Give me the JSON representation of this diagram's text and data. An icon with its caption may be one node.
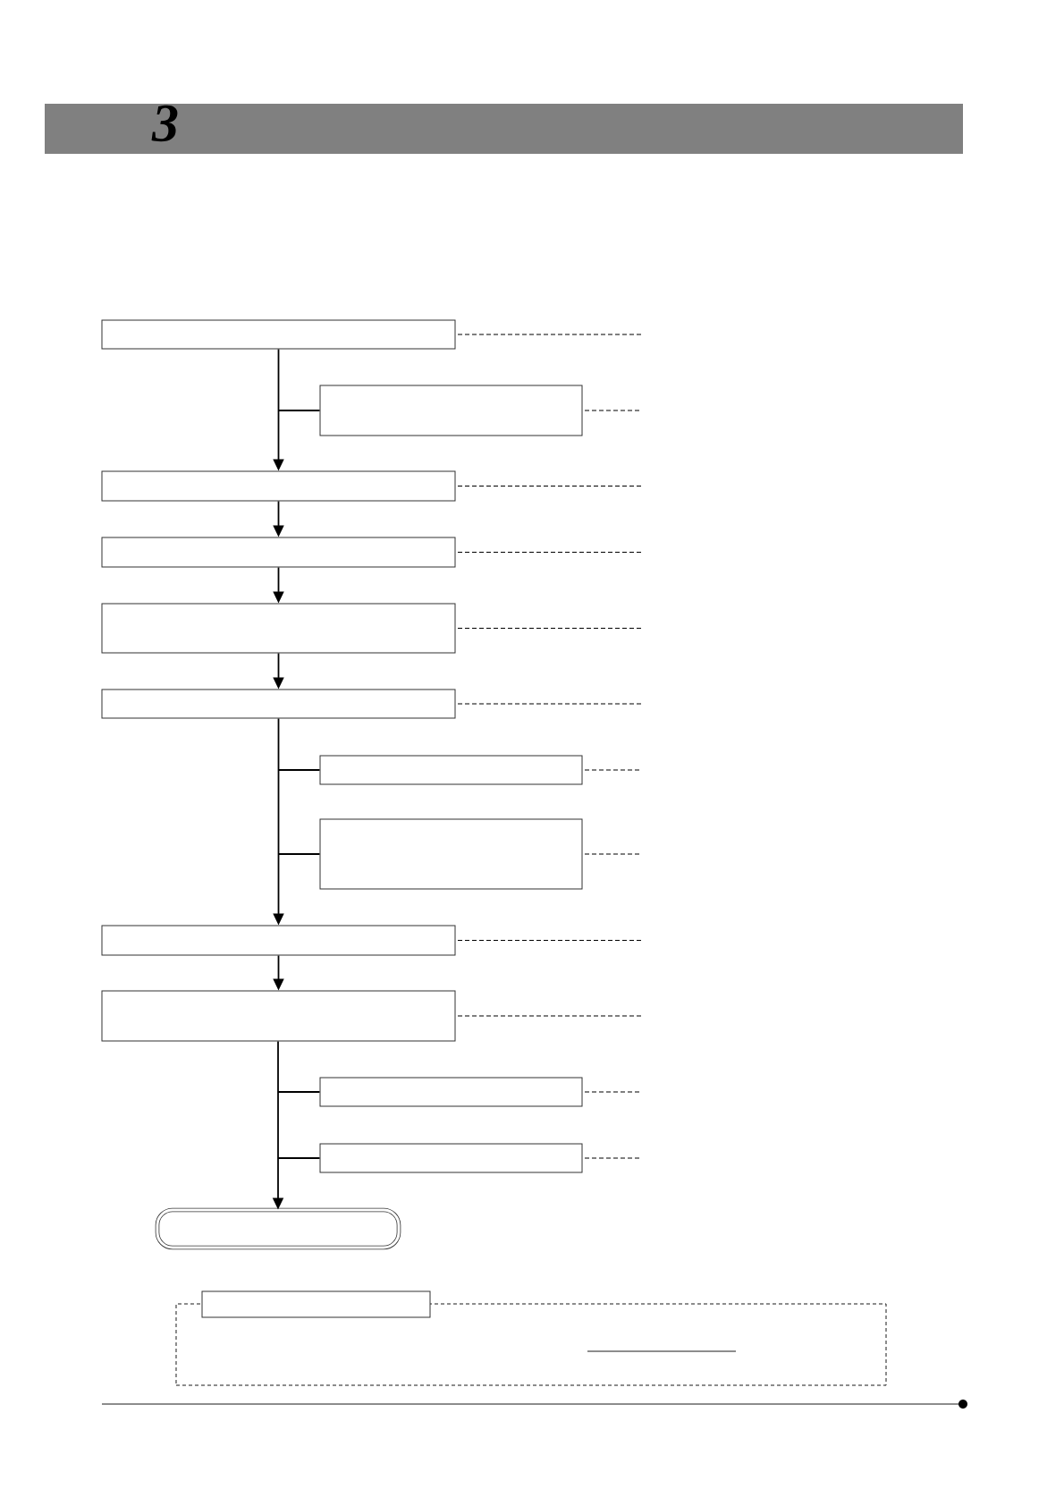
{
  "diagram": {
    "nodes": [
      {
        "text": [],
        "shape": "box"
      },
      {
        "text": [],
        "shape": "box"
      },
      {
        "text": [],
        "shape": "box"
      },
      {
        "text": [],
        "shape": "box"
      },
      {
        "text": [],
        "shape": "box"
      },
      {
        "text": [],
        "shape": "box"
      },
      {
        "text": [],
        "shape": "box"
      },
      {
        "text": [],
        "shape": "box"
      },
      {
        "text": [],
        "shape": "box"
      },
      {
        "text": [],
        "shape": "box"
      },
      {
        "text": [],
        "shape": "box"
      },
      {
        "text": [],
        "shape": "box"
      },
      {
        "text": [],
        "shape": "pill"
      },
      {
        "text": [],
        "shape": "frame"
      },
      {
        "text": [],
        "shape": "box"
      }
    ],
    "edges": [
      {
        "from": 0,
        "to": 2,
        "arrow": "to"
      },
      {
        "from": 1,
        "to": 2,
        "arrow": "to"
      },
      {
        "from": 2,
        "to": 3,
        "arrow": "to"
      },
      {
        "from": 3,
        "to": 4,
        "arrow": "to"
      },
      {
        "from": 4,
        "to": 5,
        "arrow": "to"
      },
      {
        "from": 5,
        "to": 8,
        "arrow": "to"
      },
      {
        "from": 6,
        "to": 8,
        "arrow": "to"
      },
      {
        "from": 7,
        "to": 8,
        "arrow": "to"
      },
      {
        "from": 8,
        "to": 9,
        "arrow": "to"
      },
      {
        "from": 9,
        "to": 12,
        "arrow": "to"
      },
      {
        "from": 10,
        "to": 12,
        "arrow": "to"
      },
      {
        "from": 11,
        "to": 12,
        "arrow": "to"
      },
      {
        "from": 0,
        "to": null,
        "arrow": "none",
        "style": "dashed"
      },
      {
        "from": 1,
        "to": null,
        "arrow": "none",
        "style": "dashed"
      },
      {
        "from": 2,
        "to": null,
        "arrow": "none",
        "style": "dashed"
      },
      {
        "from": 3,
        "to": null,
        "arrow": "none",
        "style": "dashed"
      },
      {
        "from": 4,
        "to": null,
        "arrow": "none",
        "style": "dashed"
      },
      {
        "from": 5,
        "to": null,
        "arrow": "none",
        "style": "dashed"
      },
      {
        "from": 6,
        "to": null,
        "arrow": "none",
        "style": "dashed"
      },
      {
        "from": 7,
        "to": null,
        "arrow": "none",
        "style": "dashed"
      },
      {
        "from": 8,
        "to": null,
        "arrow": "none",
        "style": "dashed"
      },
      {
        "from": 9,
        "to": null,
        "arrow": "none",
        "style": "dashed"
      },
      {
        "from": 10,
        "to": null,
        "arrow": "none",
        "style": "dashed"
      },
      {
        "from": 11,
        "to": null,
        "arrow": "none",
        "style": "dashed"
      }
    ],
    "labels": [
      "3"
    ]
  }
}
